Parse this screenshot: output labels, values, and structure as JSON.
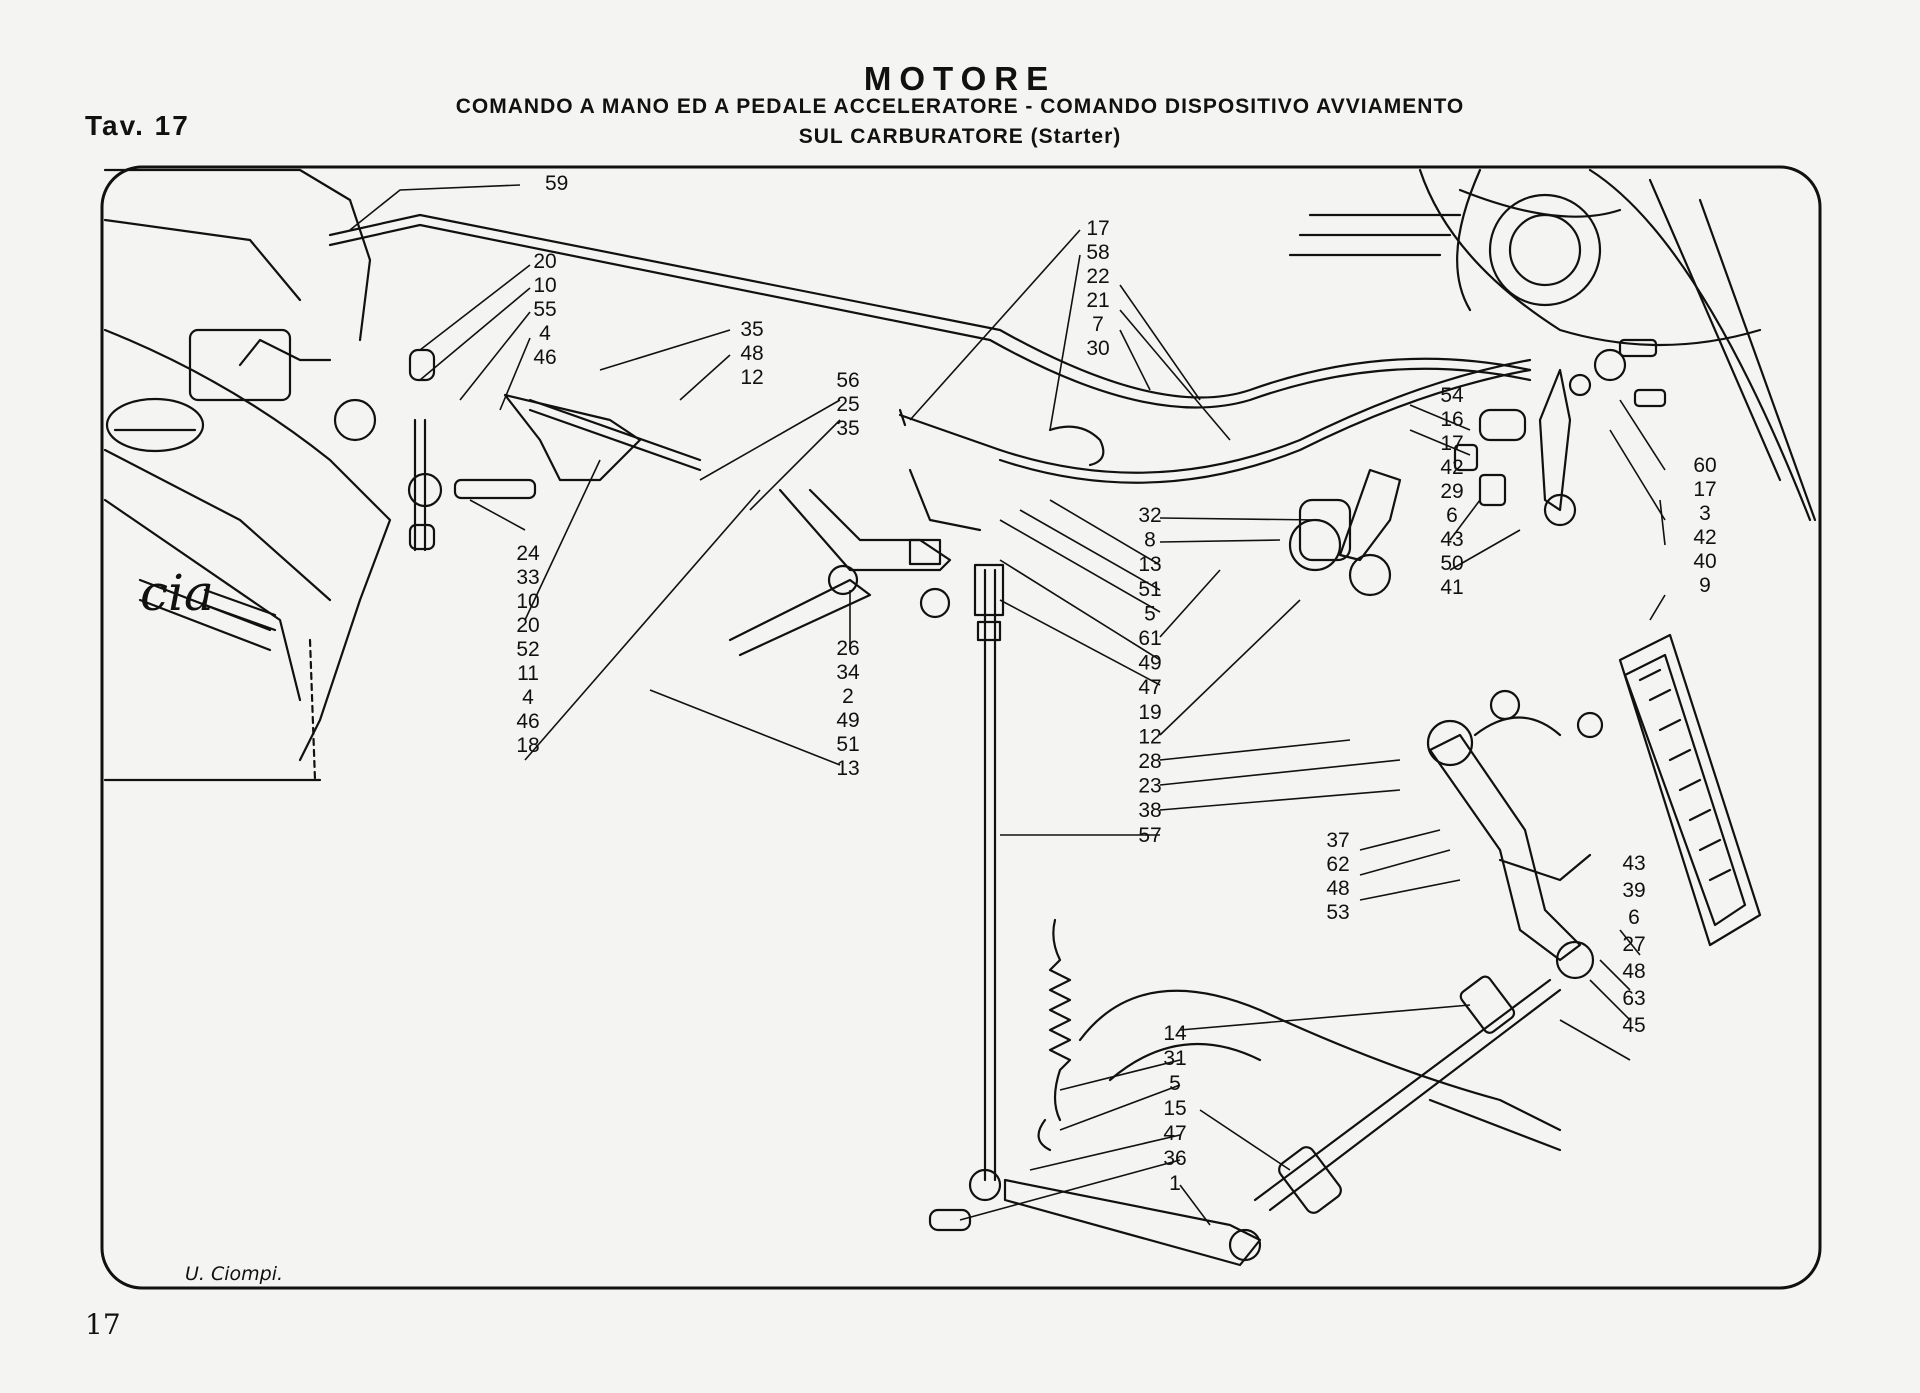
{
  "header": {
    "title": "MOTORE",
    "subtitle_line1": "COMANDO A MANO ED A PEDALE ACCELERATORE - COMANDO DISPOSITIVO AVVIAMENTO",
    "subtitle_line2": "SUL CARBURATORE (Starter)",
    "table_label": "Tav. 17"
  },
  "footer": {
    "page_number": "17",
    "signature": "U. Ciompi."
  },
  "callout_columns": [
    {
      "id": "top-cable",
      "labels": [
        "59"
      ]
    },
    {
      "id": "carb-link",
      "labels": [
        "20",
        "10",
        "55",
        "4",
        "46"
      ]
    },
    {
      "id": "left-lower",
      "labels": [
        "24",
        "33",
        "10",
        "20",
        "52",
        "11",
        "4",
        "46",
        "18"
      ]
    },
    {
      "id": "top-small",
      "labels": [
        "35",
        "48",
        "12"
      ]
    },
    {
      "id": "mid-upper",
      "labels": [
        "56",
        "25",
        "35"
      ]
    },
    {
      "id": "mid-lower",
      "labels": [
        "26",
        "34",
        "2",
        "49",
        "51",
        "13"
      ]
    },
    {
      "id": "starter",
      "labels": [
        "17",
        "58",
        "22",
        "21",
        "7",
        "30"
      ]
    },
    {
      "id": "center",
      "labels": [
        "32",
        "8",
        "13",
        "51",
        "5",
        "61",
        "49",
        "47",
        "19",
        "12",
        "28",
        "23",
        "38",
        "57"
      ]
    },
    {
      "id": "right-mid",
      "labels": [
        "54",
        "16",
        "17",
        "42",
        "29",
        "6",
        "43",
        "50",
        "41"
      ]
    },
    {
      "id": "right-far",
      "labels": [
        "60",
        "17",
        "3",
        "42",
        "40",
        "9"
      ]
    },
    {
      "id": "pedal-left",
      "labels": [
        "37",
        "62",
        "48",
        "53"
      ]
    },
    {
      "id": "pedal-right",
      "labels": [
        "43",
        "39",
        "6",
        "27",
        "48",
        "63",
        "45"
      ]
    },
    {
      "id": "spring",
      "labels": [
        "14",
        "31",
        "5",
        "15",
        "47",
        "36",
        "1"
      ]
    }
  ]
}
